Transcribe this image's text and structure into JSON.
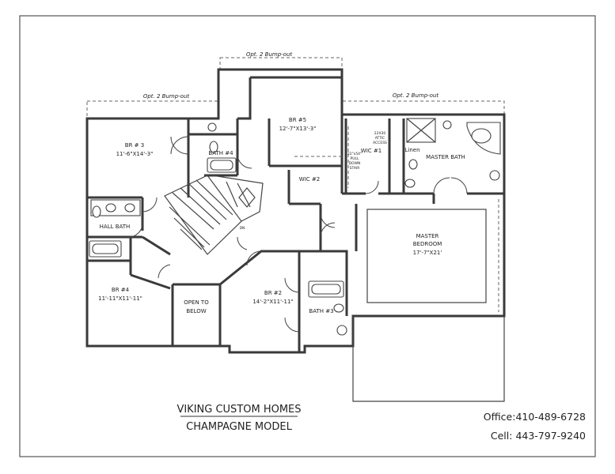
{
  "plan": {
    "bumpouts": {
      "left": "Opt. 2 Bump-out",
      "top": "Opt. 2 Bump-out",
      "right": "Opt. 2 Bump-out"
    },
    "rooms": {
      "br3": {
        "name": "BR # 3",
        "size": "11'-6\"X14'-3\""
      },
      "br5": {
        "name": "BR #5",
        "size": "12'-7\"X13'-3\""
      },
      "bath4": "BATH #4",
      "hall_bath": "HALL BATH",
      "br4": {
        "name": "BR #4",
        "size": "11'-11\"X11'-11\""
      },
      "open_to_below": [
        "OPEN TO",
        "BELOW"
      ],
      "br2": {
        "name": "BR #2",
        "size": "14'-2\"X11'-11\""
      },
      "bath3": "BATH #3",
      "wic2": "WIC #2",
      "wic1": "WIC #1",
      "attic_access": [
        "22X30",
        "ATTIC",
        "ACCESS"
      ],
      "pull_down_stair": [
        "22\"x54\"",
        "PULL",
        "DOWN",
        "STAIR"
      ],
      "linen": "Linen",
      "master_bath": "MASTER BATH",
      "master_bedroom": {
        "name": [
          "MASTER",
          "BEDROOM"
        ],
        "size": "17'-7\"X21'"
      },
      "stair_marker": "DN"
    }
  },
  "title_block": {
    "company": "VIKING CUSTOM HOMES",
    "model": "CHAMPAGNE MODEL",
    "office": "Office:410-489-6728",
    "cell": "Cell: 443-797-9240"
  }
}
